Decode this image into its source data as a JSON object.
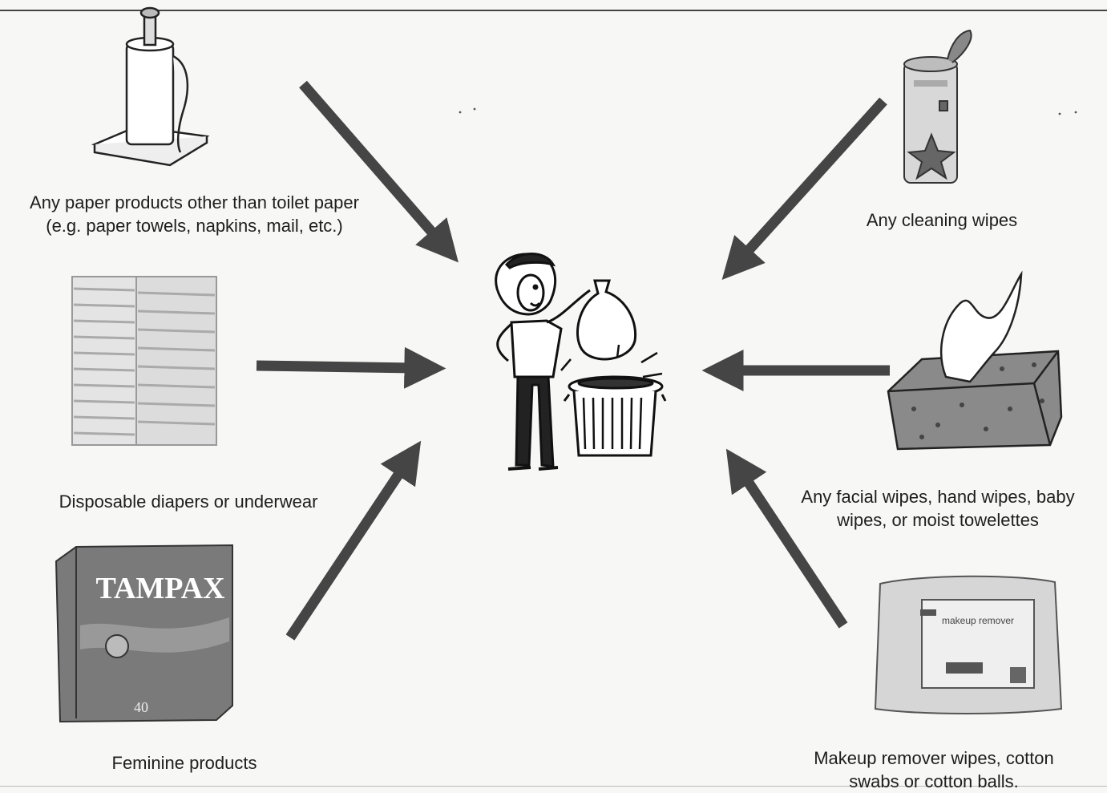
{
  "items": {
    "paper": {
      "line1": "Any paper products other than toilet paper",
      "line2": "(e.g. paper towels, napkins, mail, etc.)",
      "icon": "paper-towel-icon"
    },
    "cleaning_wipes": {
      "line1": "Any cleaning wipes",
      "icon": "cleaning-wipes-canister-icon"
    },
    "diapers": {
      "line1": "Disposable diapers or underwear",
      "icon": "diaper-stack-icon"
    },
    "facial_wipes": {
      "line1": "Any facial wipes, hand wipes, baby",
      "line2": "wipes, or moist towelettes",
      "icon": "tissue-box-icon"
    },
    "feminine": {
      "line1": "Feminine products",
      "icon": "tampon-box-icon",
      "box_brand": "TAMPAX",
      "box_count": "40"
    },
    "makeup": {
      "line1": "Makeup remover wipes, cotton",
      "line2": "swabs or cotton balls.",
      "icon": "makeup-remover-wipes-pack-icon",
      "pack_text": "makeup remover"
    }
  },
  "center": {
    "icon": "person-throwing-trash-icon"
  },
  "colors": {
    "arrow": "#454545",
    "paper_bg": "#f7f7f5"
  }
}
